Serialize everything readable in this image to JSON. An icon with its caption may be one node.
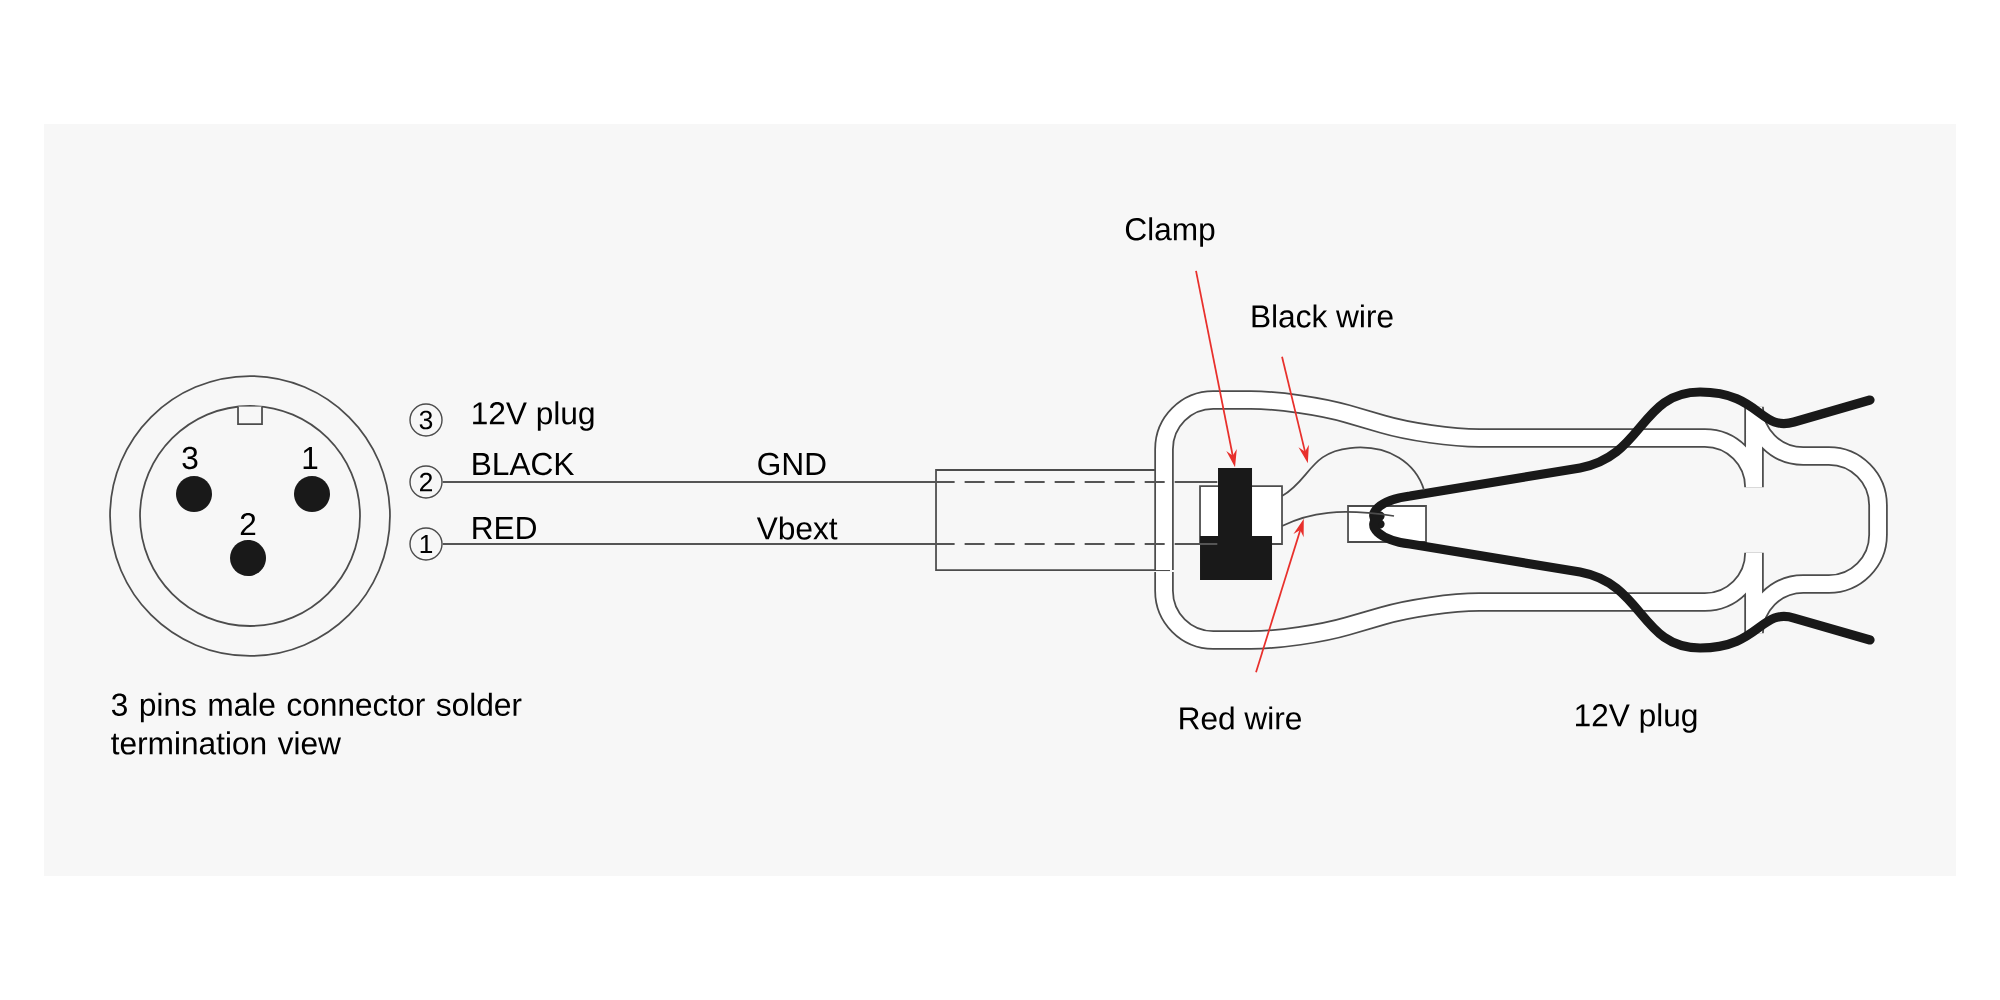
{
  "diagram": {
    "nodes": [
      {
        "text": [],
        "shape": "circle"
      },
      {
        "text": [
          "3"
        ],
        "beside": [
          "12V plug"
        ]
      },
      {
        "text": [
          "2"
        ]
      },
      {
        "text": [
          "1"
        ]
      },
      {
        "text": [],
        "shape": "box"
      },
      {
        "text": [
          "Clamp"
        ]
      },
      {
        "text": [
          "Black wire"
        ]
      },
      {
        "text": [
          "Red wire"
        ]
      },
      {
        "text": [],
        "shape": "line"
      },
      {
        "text": [],
        "shape": "line"
      }
    ],
    "edges": [
      {
        "from": 2,
        "to": 4,
        "arrow": "none",
        "style": "dashed",
        "color": "#555555"
      },
      {
        "from": 3,
        "to": 4,
        "arrow": "none",
        "style": "dashed",
        "color": "#555555"
      },
      {
        "from": 5,
        "to": 4,
        "arrow": "to",
        "color": "#e8302c"
      },
      {
        "from": 6,
        "to": 8,
        "arrow": "to",
        "color": "#e8302c"
      },
      {
        "from": 7,
        "to": 9,
        "arrow": "to",
        "color": "#e8302c"
      }
    ],
    "labels": [
      "3",
      "1",
      "2",
      "BLACK",
      "GND",
      "RED",
      "Vbext",
      "3 pins male connector solder termination view",
      "12V plug"
    ]
  }
}
